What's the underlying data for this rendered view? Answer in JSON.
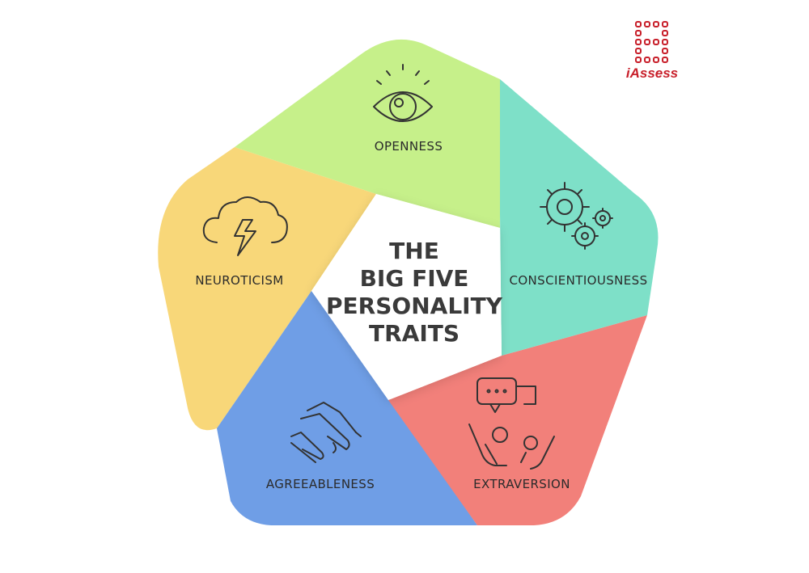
{
  "title": {
    "line1": "THE",
    "line2": "BIG FIVE",
    "line3": "PERSONALITY",
    "line4": "TRAITS"
  },
  "traits": {
    "openness": {
      "label": "OPENNESS",
      "color": "#c6f08a",
      "icon": "eye-icon"
    },
    "conscientiousness": {
      "label": "CONSCIENTIOUSNESS",
      "color": "#7ee0c8",
      "icon": "gears-icon"
    },
    "extraversion": {
      "label": "EXTRAVERSION",
      "color": "#f2807a",
      "icon": "people-chat-icon"
    },
    "agreeableness": {
      "label": "AGREEABLENESS",
      "color": "#6f9ee6",
      "icon": "handshake-icon"
    },
    "neuroticism": {
      "label": "NEUROTICISM",
      "color": "#f8d779",
      "icon": "storm-cloud-icon"
    }
  },
  "center_color": "#ffffff",
  "brand": {
    "name": "iAssess",
    "color": "#c8202b"
  }
}
